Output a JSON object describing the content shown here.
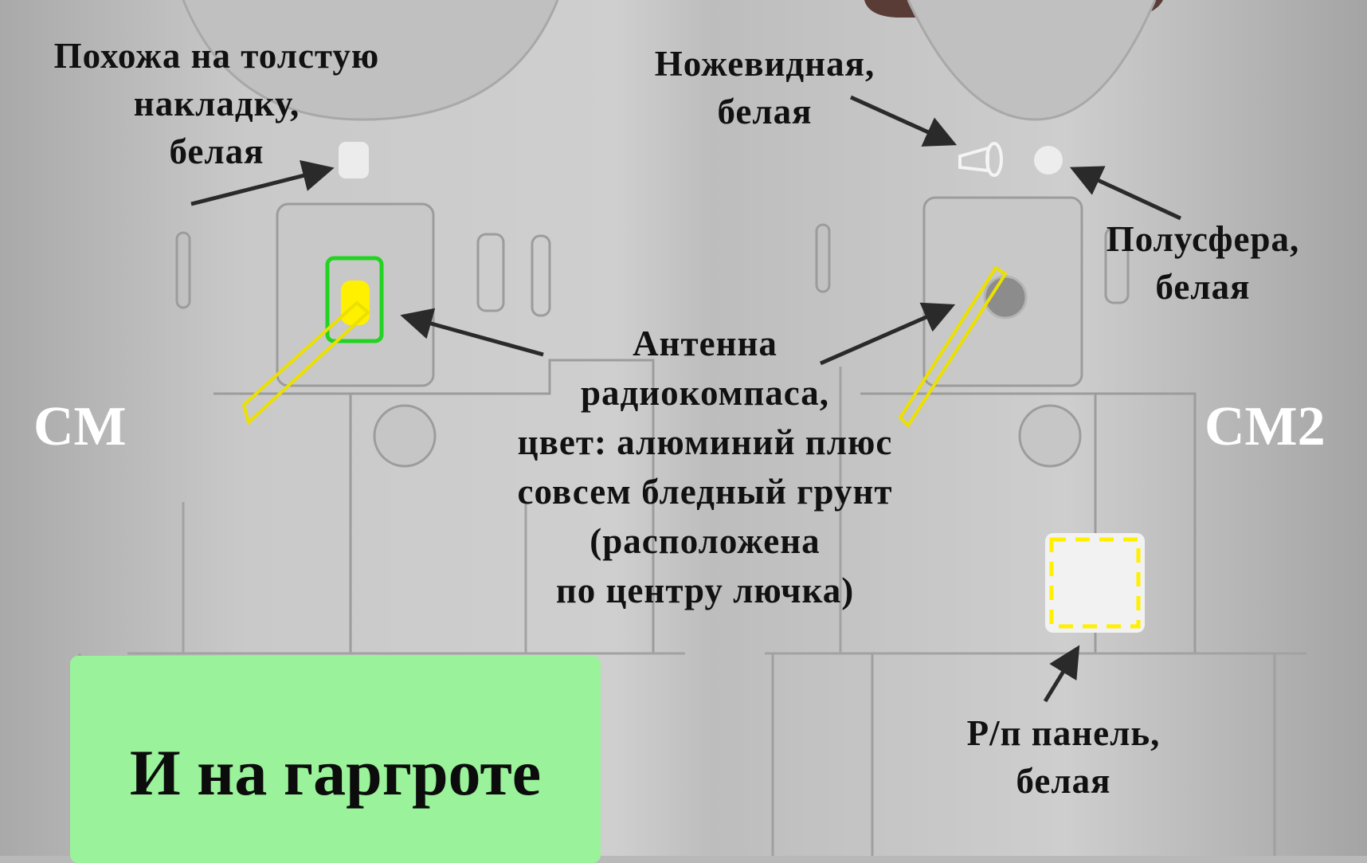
{
  "models": {
    "left": "СМ",
    "right": "СМ2"
  },
  "labels": {
    "thick_overlay": [
      "Похожа на толстую",
      "накладку,",
      "белая"
    ],
    "blade": [
      "Ножевидная,",
      "белая"
    ],
    "hemisphere": [
      "Полусфера,",
      "белая"
    ],
    "antenna": [
      "Антенна",
      "радиокомпаса,",
      "цвет: алюминий плюс",
      "совсем бледный грунт",
      "(расположена",
      "по центру лючка)"
    ],
    "rp_panel": [
      "Р/п панель,",
      "белая"
    ]
  },
  "green_box": {
    "text": "И на гаргроте"
  },
  "colors": {
    "panel_grey": "#c4c4c4",
    "panel_line": "#9a9a9a",
    "highlight_yellow": "#fff000",
    "highlight_green": "#22d322",
    "callout_green": "#9af29a",
    "arrow": "#2a2a2a",
    "text_dark": "#111111",
    "text_white": "#ffffff",
    "nose_brown": "#5a3c37"
  }
}
